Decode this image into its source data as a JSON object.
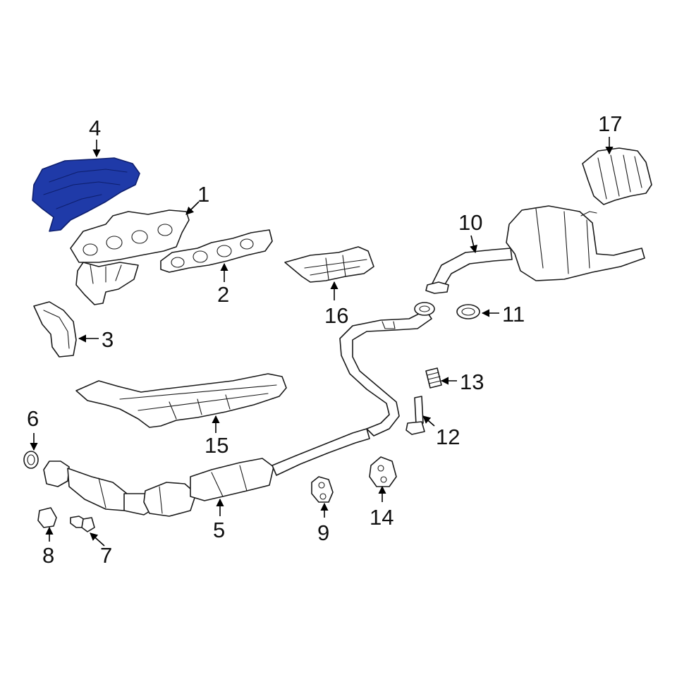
{
  "highlight_color": "#1f3aa8",
  "callouts": [
    {
      "id": "1",
      "label": "1"
    },
    {
      "id": "2",
      "label": "2"
    },
    {
      "id": "3",
      "label": "3"
    },
    {
      "id": "4",
      "label": "4"
    },
    {
      "id": "5",
      "label": "5"
    },
    {
      "id": "6",
      "label": "6"
    },
    {
      "id": "7",
      "label": "7"
    },
    {
      "id": "8",
      "label": "8"
    },
    {
      "id": "9",
      "label": "9"
    },
    {
      "id": "10",
      "label": "10"
    },
    {
      "id": "11",
      "label": "11"
    },
    {
      "id": "12",
      "label": "12"
    },
    {
      "id": "13",
      "label": "13"
    },
    {
      "id": "14",
      "label": "14"
    },
    {
      "id": "15",
      "label": "15"
    },
    {
      "id": "16",
      "label": "16"
    },
    {
      "id": "17",
      "label": "17"
    }
  ]
}
